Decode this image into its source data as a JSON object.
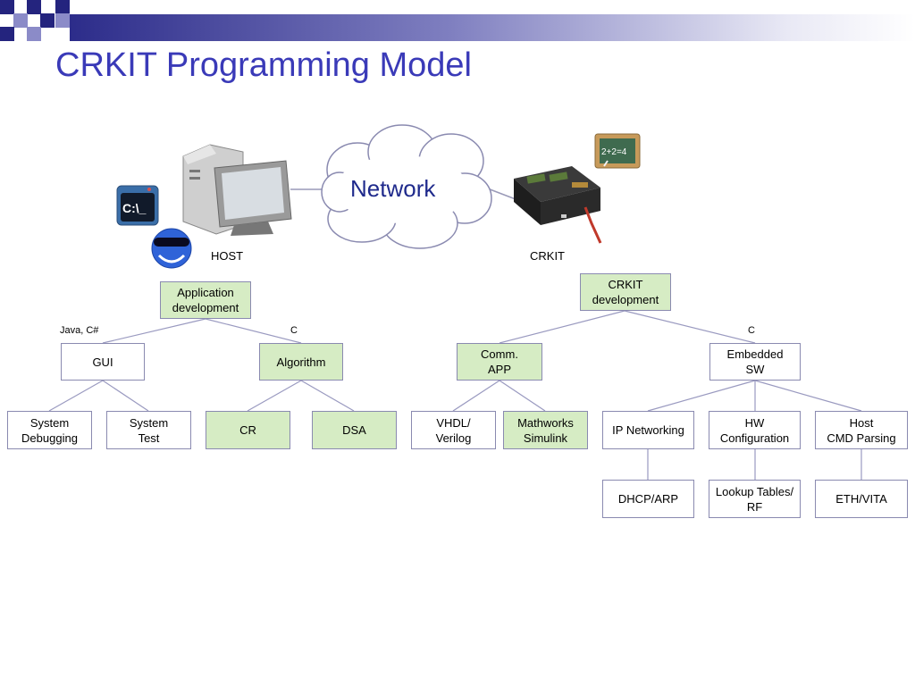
{
  "slide": {
    "title": "CRKIT Programming Model",
    "network_label": "Network",
    "host_label": "HOST",
    "crkit_label": "CRKIT",
    "edge_labels": {
      "java_csharp": "Java, C#",
      "c_left": "C",
      "c_right": "C"
    },
    "nodes": {
      "app_dev": "Application\ndevelopment",
      "gui": "GUI",
      "algorithm": "Algorithm",
      "sys_debug": "System\nDebugging",
      "sys_test": "System\nTest",
      "cr": "CR",
      "dsa": "DSA",
      "crkit_dev": "CRKIT\ndevelopment",
      "comm_app": "Comm.\nAPP",
      "embedded_sw": "Embedded\nSW",
      "vhdl": "VHDL/\nVerilog",
      "mathworks": "Mathworks\nSimulink",
      "ip_net": "IP Networking",
      "hw_config": "HW\nConfiguration",
      "host_cmd": "Host\nCMD Parsing",
      "dhcp": "DHCP/ARP",
      "lookup": "Lookup Tables/\nRF",
      "eth": "ETH/VITA"
    },
    "icons": {
      "terminal_text": "C:\\_",
      "chalkboard_text": "2+2=4"
    },
    "colors": {
      "title": "#3a3ab8",
      "highlight_node": "#d6ecc4",
      "node_border": "#8a8ab0"
    }
  }
}
